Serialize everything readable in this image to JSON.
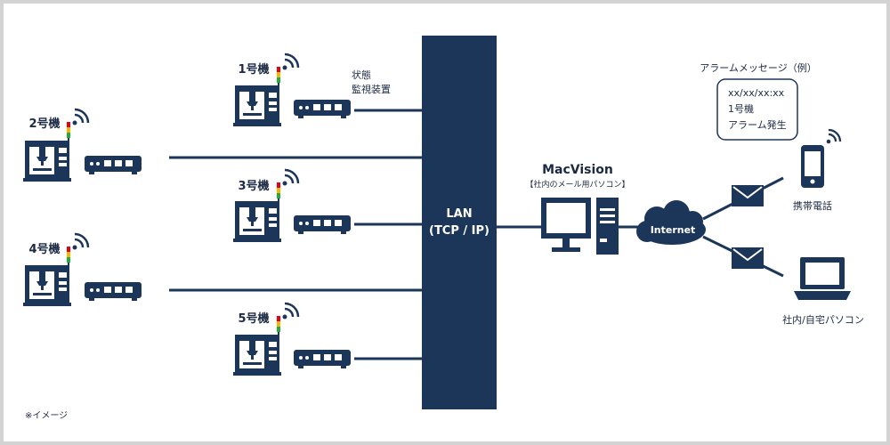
{
  "colors": {
    "navy": "#1c3659",
    "border": "#d3d3d3",
    "signal_orange": "#f39800",
    "signal_green": "#22ac38",
    "lamp_red": "#e60012",
    "lamp_yellow": "#f8b500",
    "lamp_green": "#22ac38"
  },
  "machines": [
    {
      "label": "1号機"
    },
    {
      "label": "2号機"
    },
    {
      "label": "3号機"
    },
    {
      "label": "4号機"
    },
    {
      "label": "5号機"
    }
  ],
  "monitor_label": [
    "状態",
    "監視装置"
  ],
  "lan": {
    "line1": "LAN",
    "line2": "(TCP / IP)"
  },
  "server": {
    "title": "MacVision",
    "subtitle": "【社内のメール用パソコン】"
  },
  "internet_label": "Internet",
  "alarm": {
    "title": "アラームメッセージ（例）",
    "lines": [
      "xx/xx/xx:xx",
      "1号機",
      "アラーム発生"
    ]
  },
  "mobile_label": "携帯電話",
  "pc_label": "社内/自宅パソコン",
  "note": "※イメージ"
}
